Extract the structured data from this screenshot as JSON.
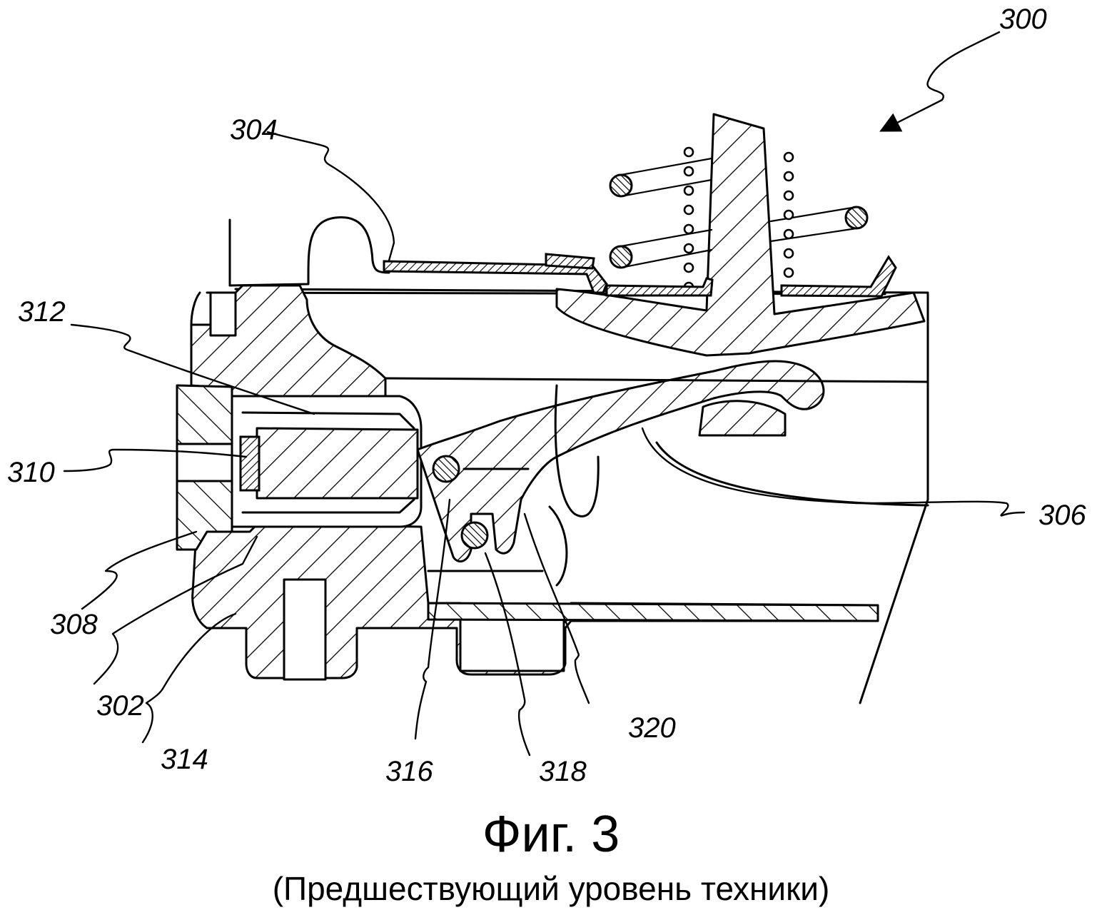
{
  "figure": {
    "title": "Фиг. 3",
    "subtitle": "(Предшествующий уровень техники)"
  },
  "reference_numerals": {
    "assembly": "300",
    "r302": "302",
    "r304": "304",
    "r306": "306",
    "r308": "308",
    "r310": "310",
    "r312": "312",
    "r314": "314",
    "r316": "316",
    "r318": "318",
    "r320": "320"
  },
  "colors": {
    "ink": "#000000",
    "paper": "#ffffff"
  }
}
